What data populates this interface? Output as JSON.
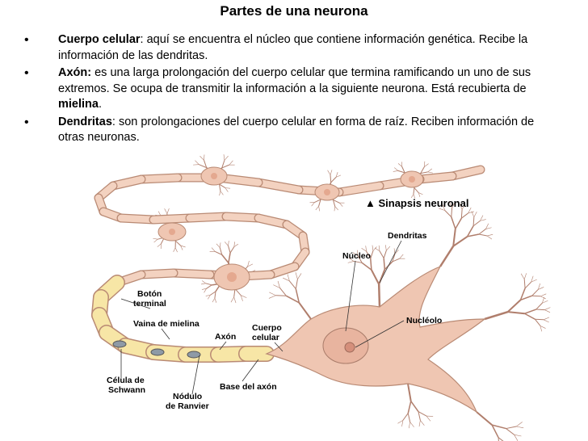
{
  "title": "Partes de una neurona",
  "bullets": [
    {
      "term": "Cuerpo celular",
      "sep": ":",
      "text": " aquí se encuentra el núcleo que contiene información genética. Recibe la información de las dendritas."
    },
    {
      "term": "Axón:",
      "text": " es una larga prolongación del cuerpo celular que termina ramificando un uno de sus extremos. Se ocupa de transmitir la información a la siguiente neurona. Está recubierta de ",
      "bold_end": "mielina",
      "end": "."
    },
    {
      "term": "Dendritas",
      "sep": ":",
      "text": " son prolongaciones del cuerpo celular en forma de raíz. Reciben información de otras neuronas."
    }
  ],
  "figure": {
    "synapse_label": "▲ Sinapsis neuronal",
    "labels": {
      "dendritas": "Dendritas",
      "nucleo": "Núcleo",
      "nucleolo": "Nucléolo",
      "boton_1": "Botón",
      "boton_2": "terminal",
      "vaina": "Vaina de mielina",
      "axon": "Axón",
      "cuerpo_1": "Cuerpo",
      "cuerpo_2": "celular",
      "celula_1": "Célula de",
      "celula_2": "Schwann",
      "base_axon": "Base del axón",
      "nodulo_1": "Nódulo",
      "nodulo_2": "de Ranvier"
    },
    "colors": {
      "axon_fill": "#f3d2c0",
      "axon_stroke": "#b98a74",
      "cell_fill": "#efc6b2",
      "dendrite": "#b07e6c",
      "myelin": "#f7e6a6"
    }
  }
}
